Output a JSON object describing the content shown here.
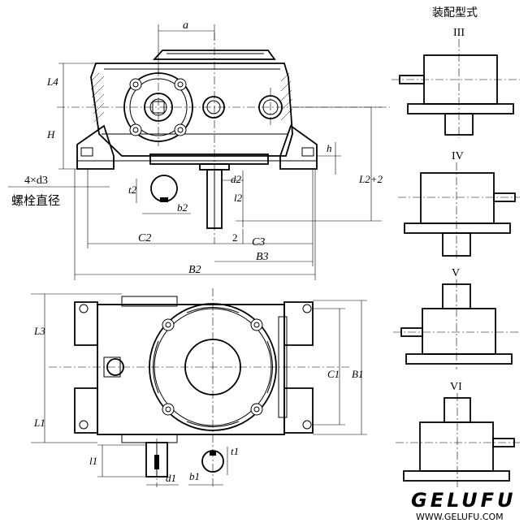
{
  "labels": {
    "a": "a",
    "L4": "L4",
    "H": "H",
    "h": "h",
    "L2_plus_2": "L2+2",
    "bolt_qty": "4×d3",
    "bolt_desc": "螺栓直径",
    "d2": "d2",
    "t2": "t2",
    "b2": "b2",
    "l2": "l2",
    "C2": "C2",
    "two": "2",
    "C3": "C3",
    "B3": "B3",
    "B2": "B2",
    "L3": "L3",
    "L1": "L1",
    "C1": "C1",
    "B1": "B1",
    "l1": "l1",
    "t1": "t1",
    "d1": "d1",
    "b1": "b1"
  },
  "assembly": {
    "title": "装配型式",
    "forms": [
      "III",
      "IV",
      "V",
      "VI"
    ]
  },
  "brand": {
    "name": "GELUFU",
    "url": "WWW.GELUFU.COM"
  }
}
